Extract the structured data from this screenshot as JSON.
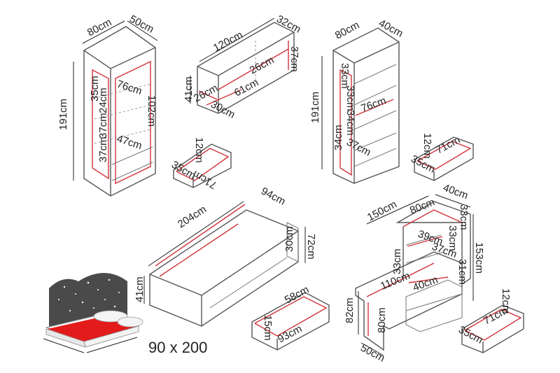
{
  "wardrobe": {
    "dims": [
      "80cm",
      "50cm",
      "191cm",
      "35cm",
      "24cm",
      "37cm",
      "37cm",
      "76cm",
      "102cm",
      "47cm"
    ]
  },
  "wall_cabinet": {
    "dims": [
      "120cm",
      "32cm",
      "37cm",
      "26cm",
      "41cm",
      "26cm",
      "61cm",
      "30cm"
    ]
  },
  "shelf_unit": {
    "dims": [
      "80cm",
      "40cm",
      "191cm",
      "33cm",
      "33cm",
      "34cm",
      "34cm",
      "76cm",
      "37cm"
    ]
  },
  "drawer_left": {
    "dims": [
      "12cm",
      "35cm",
      "71cm"
    ]
  },
  "drawer_right_top": {
    "dims": [
      "12cm",
      "35cm",
      "71cm"
    ]
  },
  "bed": {
    "dims": [
      "204cm",
      "94cm",
      "30cm",
      "72cm",
      "41cm"
    ]
  },
  "bed_drawer": {
    "dims": [
      "58cm",
      "15cm",
      "93cm"
    ]
  },
  "desk": {
    "dims": [
      "150cm",
      "40cm",
      "80cm",
      "33cm",
      "39cm",
      "33cm",
      "33cm",
      "37cm",
      "153cm",
      "31cm",
      "110cm",
      "40cm",
      "82cm",
      "80cm",
      "50cm"
    ]
  },
  "desk_drawer": {
    "dims": [
      "12cm",
      "35cm",
      "71cm"
    ]
  },
  "bed_size_label": "90 x 200"
}
